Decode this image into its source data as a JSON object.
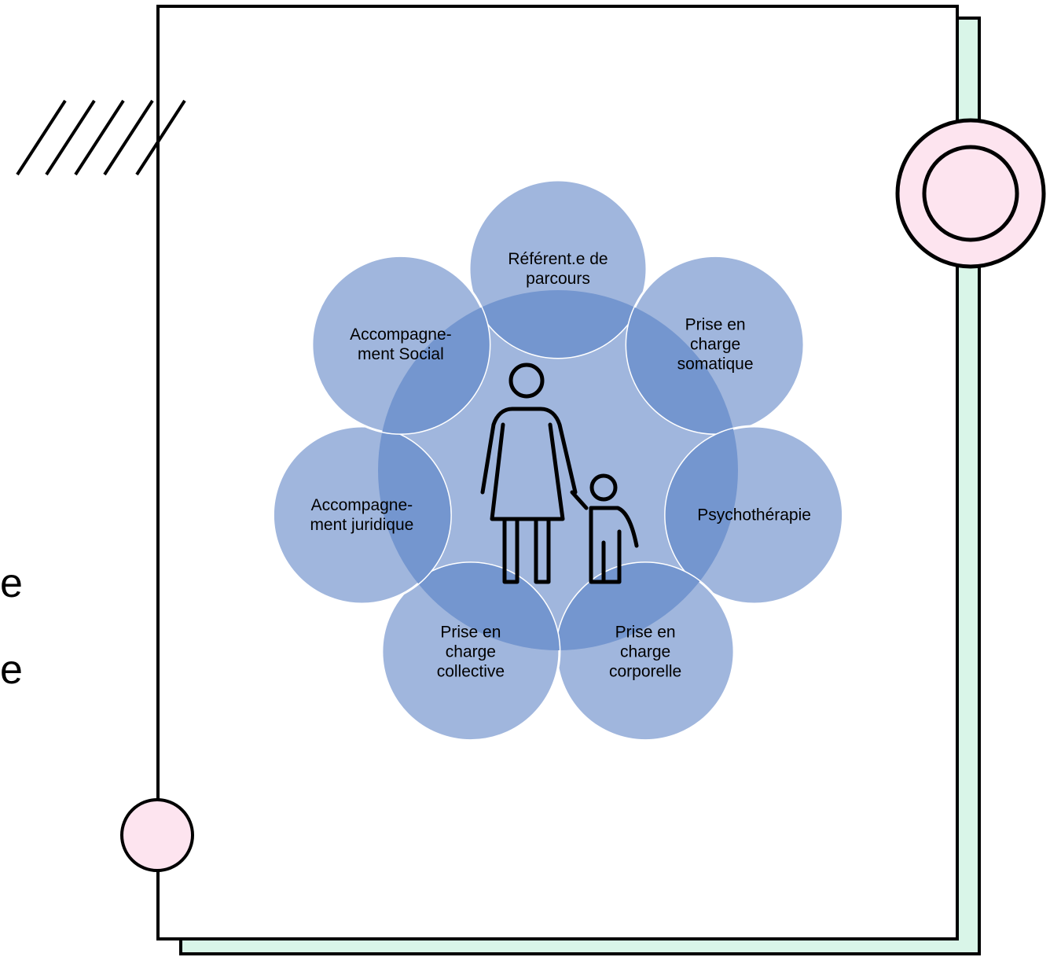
{
  "colors": {
    "page_background": "#ffffff",
    "card_shadow": "#d9f5e8",
    "card_fill": "#ffffff",
    "ring_fill": "#fde4ef",
    "bubble_fill": "#a0b6dd",
    "bubble_overlap": "#7496cf",
    "outline": "#000000"
  },
  "icons": {
    "center": "adult-and-child-icon",
    "hatch": "diagonal-hatch-icon",
    "ring_large": "pink-ring",
    "ring_small": "pink-circle"
  },
  "side_text": [
    "e",
    "e"
  ],
  "diagram": {
    "center": "",
    "bubbles": [
      {
        "id": "referent",
        "label": "Référent.e de\nparcours"
      },
      {
        "id": "somatique",
        "label": "Prise en\ncharge\nsomatique"
      },
      {
        "id": "psychotherapie",
        "label": "Psychothérapie"
      },
      {
        "id": "corporelle",
        "label": "Prise en\ncharge\ncorporelle"
      },
      {
        "id": "collective",
        "label": "Prise en\ncharge\ncollective"
      },
      {
        "id": "juridique",
        "label": "Accompagne-\nment juridique"
      },
      {
        "id": "social",
        "label": "Accompagne-\nment Social"
      }
    ]
  }
}
